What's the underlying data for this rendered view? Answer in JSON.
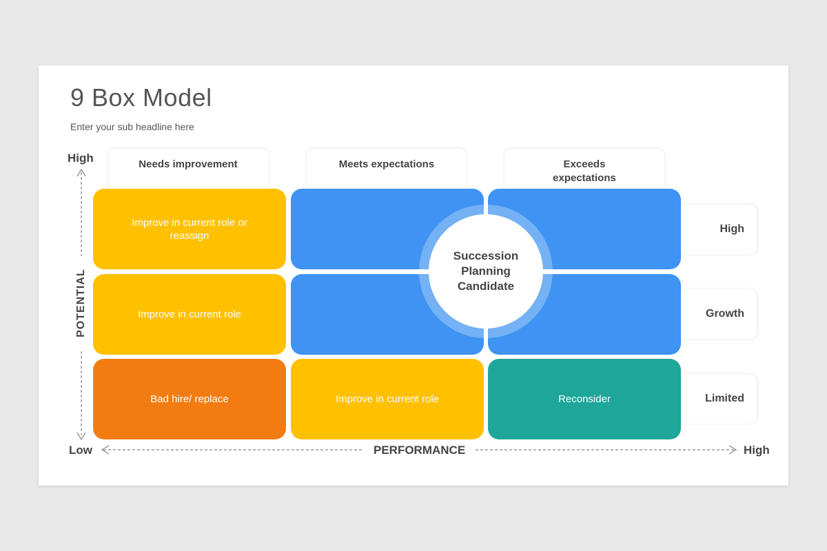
{
  "header": {
    "title": "9 Box Model",
    "subtitle": "Enter your sub headline here"
  },
  "columns": [
    {
      "label": "Needs improvement"
    },
    {
      "label": "Meets expectations"
    },
    {
      "label": "Exceeds expectations"
    }
  ],
  "rows": [
    {
      "label": "High"
    },
    {
      "label": "Growth"
    },
    {
      "label": "Limited"
    }
  ],
  "cells": {
    "high_needs": {
      "text": "Improve in current role or reassign",
      "color": "#ffc000"
    },
    "high_meets": {
      "text": "",
      "color": "#3f93f2"
    },
    "high_exceeds": {
      "text": "",
      "color": "#3f93f2"
    },
    "growth_needs": {
      "text": "Improve in current role",
      "color": "#ffc000"
    },
    "growth_meets": {
      "text": "",
      "color": "#3f93f2"
    },
    "growth_exceeds": {
      "text": "",
      "color": "#3f93f2"
    },
    "limited_needs": {
      "text": "Bad hire/ replace",
      "color": "#f37c12"
    },
    "limited_meets": {
      "text": "Improve in current role",
      "color": "#ffc000"
    },
    "limited_exceeds": {
      "text": "Reconsider",
      "color": "#1ea69a"
    }
  },
  "center": {
    "text": "Succession Planning Candidate"
  },
  "axes": {
    "y_title": "POTENTIAL",
    "y_high": "High",
    "y_low": "Low",
    "x_title": "PERFORMANCE",
    "x_high": "High"
  },
  "colors": {
    "yellow": "#ffc000",
    "blue": "#3f93f2",
    "orange": "#f37c12",
    "teal": "#1ea69a",
    "text": "#444444"
  }
}
